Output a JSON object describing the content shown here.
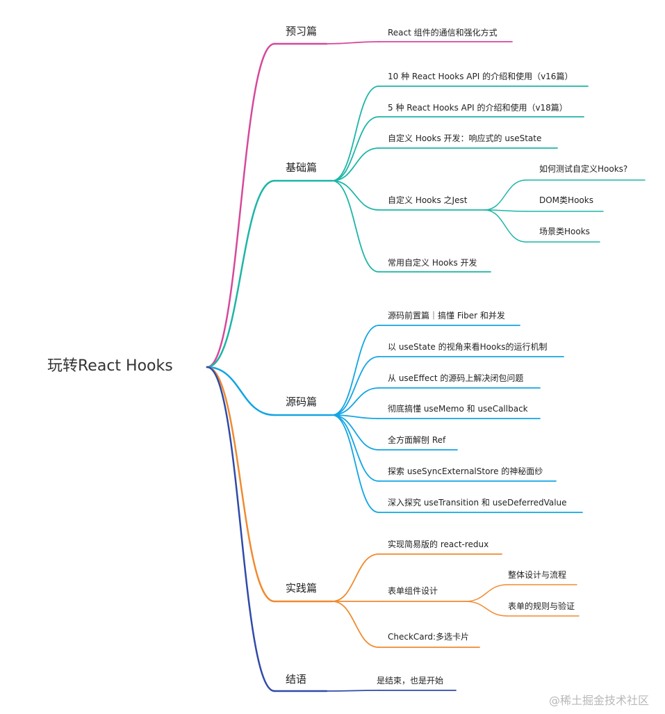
{
  "root": "玩转React Hooks",
  "watermark": "@稀土掘金技术社区",
  "colors": {
    "preview": "#d6489a",
    "basic": "#1db5a6",
    "source": "#12a5e4",
    "practice": "#f08a2e",
    "ending": "#2f4aa8"
  },
  "branches": [
    {
      "title": "预习篇",
      "color_key": "preview",
      "children": [
        {
          "text": "React 组件的通信和强化方式"
        }
      ]
    },
    {
      "title": "基础篇",
      "color_key": "basic",
      "children": [
        {
          "text": "10 种 React Hooks API 的介绍和使用（v16篇）"
        },
        {
          "text": "5 种 React Hooks API 的介绍和使用（v18篇）"
        },
        {
          "text": "自定义 Hooks 开发：响应式的 useState"
        },
        {
          "text": "自定义 Hooks 之Jest",
          "children": [
            {
              "text": "如何测试自定义Hooks?"
            },
            {
              "text": "DOM类Hooks"
            },
            {
              "text": "场景类Hooks"
            }
          ]
        },
        {
          "text": "常用自定义 Hooks 开发"
        }
      ]
    },
    {
      "title": "源码篇",
      "color_key": "source",
      "children": [
        {
          "text": "源码前置篇｜搞懂 Fiber 和并发"
        },
        {
          "text": "以 useState 的视角来看Hooks的运行机制"
        },
        {
          "text": "从 useEffect 的源码上解决闭包问题"
        },
        {
          "text": "彻底搞懂 useMemo 和 useCallback"
        },
        {
          "text": "全方面解刨 Ref"
        },
        {
          "text": "探索 useSyncExternalStore 的神秘面纱"
        },
        {
          "text": "深入探究 useTransition 和  useDeferredValue"
        }
      ]
    },
    {
      "title": "实践篇",
      "color_key": "practice",
      "children": [
        {
          "text": "实现简易版的 react-redux"
        },
        {
          "text": "表单组件设计",
          "children": [
            {
              "text": "整体设计与流程"
            },
            {
              "text": "表单的规则与验证"
            }
          ]
        },
        {
          "text": "CheckCard:多选卡片"
        }
      ]
    },
    {
      "title": "结语",
      "color_key": "ending",
      "children": [
        {
          "text": "是结束，也是开始"
        }
      ]
    }
  ]
}
